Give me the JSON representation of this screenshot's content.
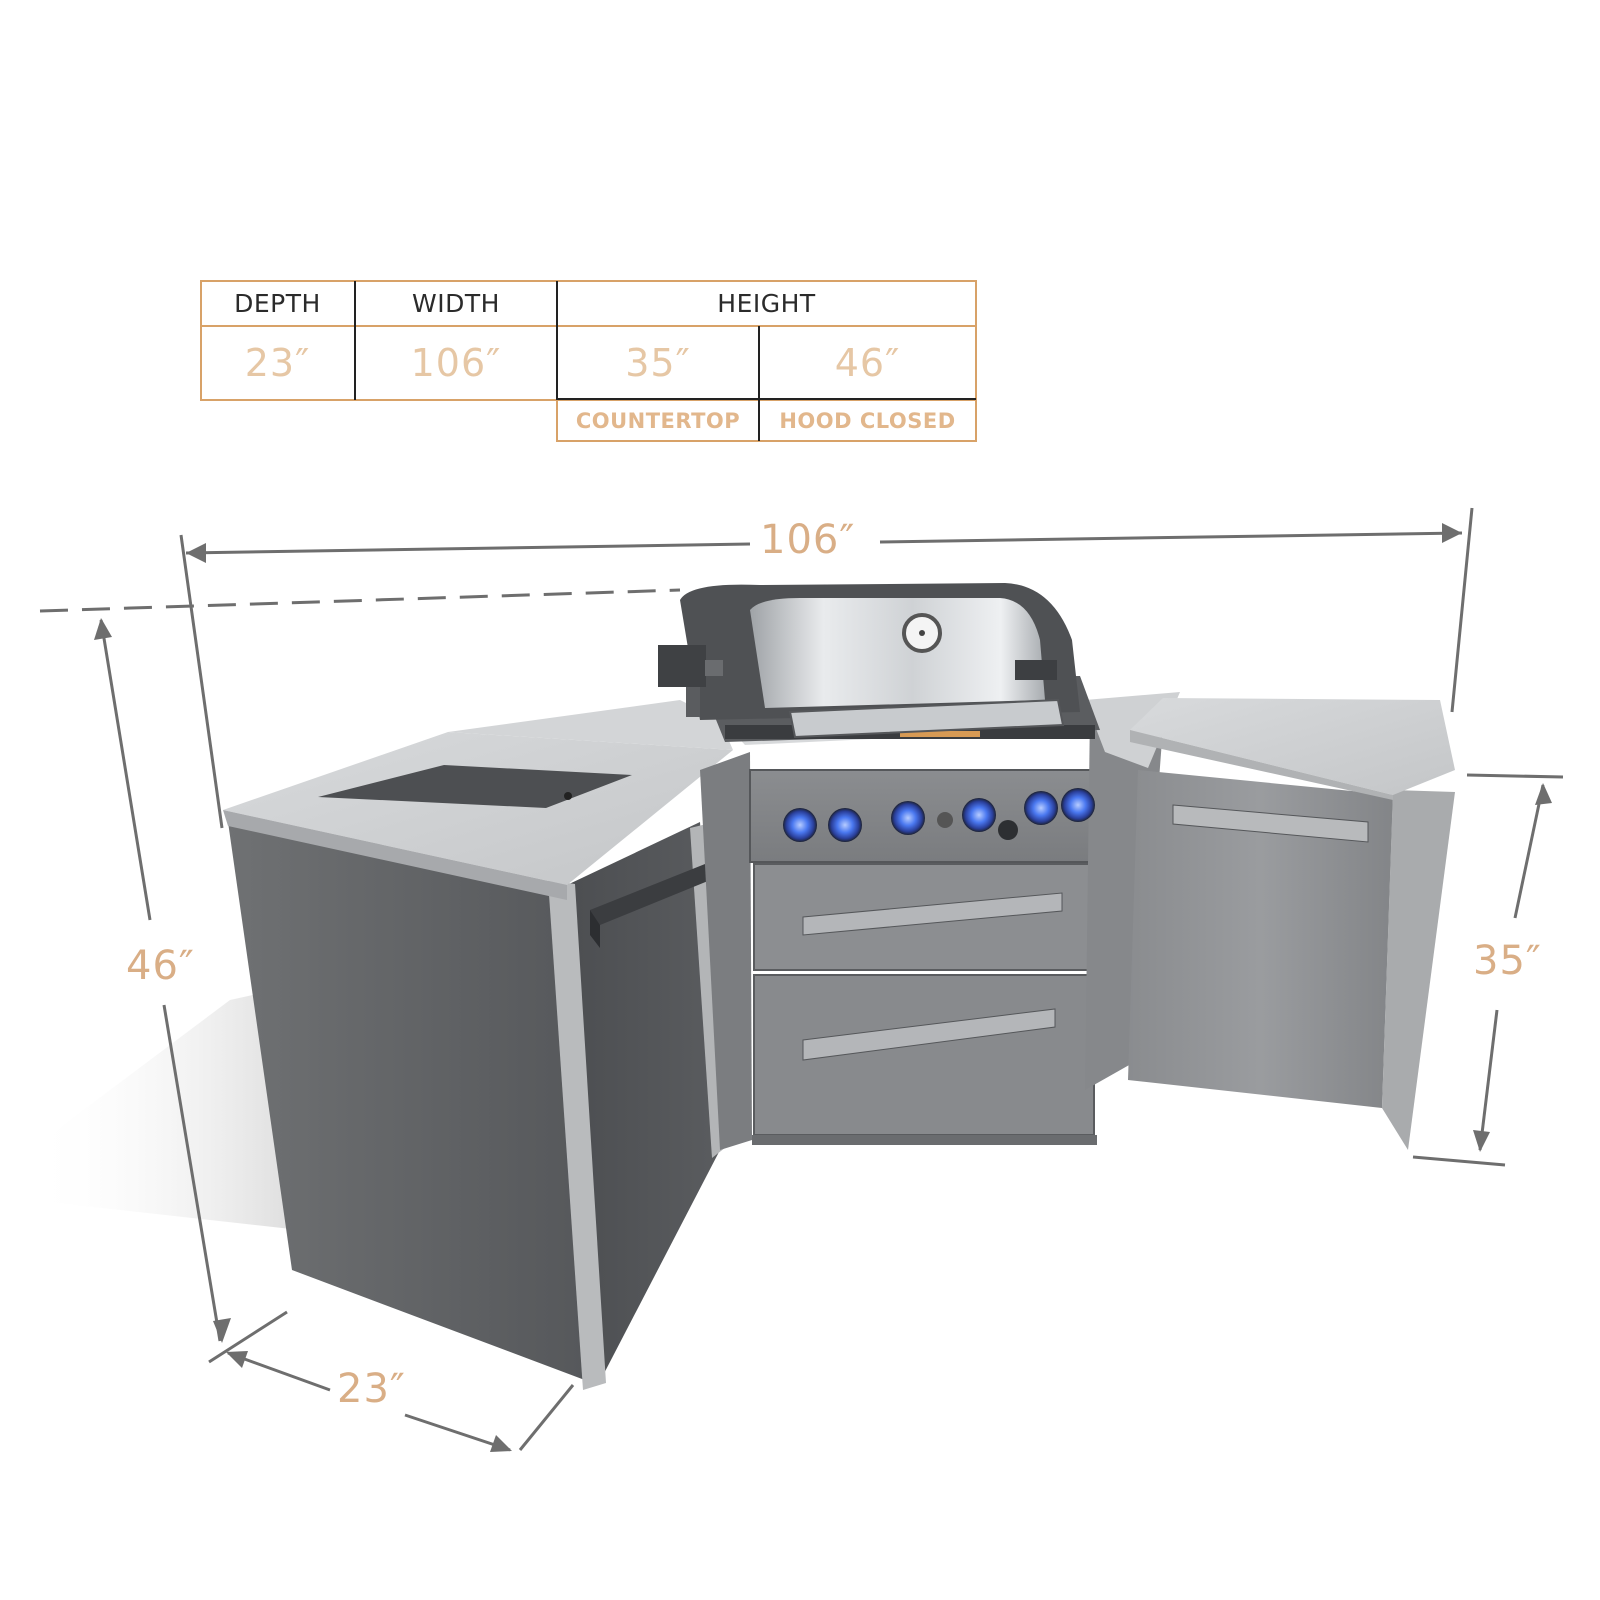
{
  "colors": {
    "table_border": "#d8a268",
    "table_divider": "#222222",
    "value_text": "#e6c7a5",
    "label_text": "#d9ae86",
    "dimension_line": "#6e6e6e",
    "cabinet_dark": "#5f6062",
    "countertop_light": "#c9cbcd",
    "knob_glow": "#3f6ee8"
  },
  "table": {
    "headers": {
      "depth": "DEPTH",
      "width": "WIDTH",
      "height": "HEIGHT"
    },
    "values": {
      "depth": "23″",
      "width": "106″",
      "height_countertop": "35″",
      "height_hood_closed": "46″"
    },
    "sublabels": {
      "countertop": "COUNTERTOP",
      "hood_closed": "HOOD CLOSED"
    }
  },
  "dimensions": {
    "top_width": "106″",
    "left_height": "46″",
    "right_height": "35″",
    "bottom_depth": "23″"
  },
  "icons": {
    "grill": "bbq-grill-island",
    "thermometer": "thermometer-gauge-icon",
    "knob": "control-knob-icon"
  }
}
